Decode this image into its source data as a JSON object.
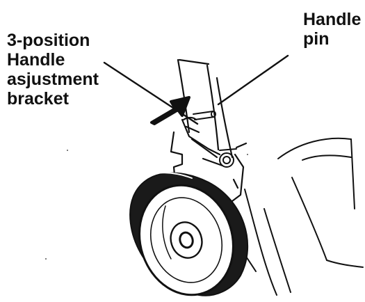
{
  "labels": {
    "bracket": [
      "3-position",
      "Handle",
      "asjustment",
      "bracket"
    ],
    "pin": [
      "Handle",
      "pin"
    ]
  },
  "colors": {
    "ink": "#111111",
    "background": "#ffffff"
  }
}
